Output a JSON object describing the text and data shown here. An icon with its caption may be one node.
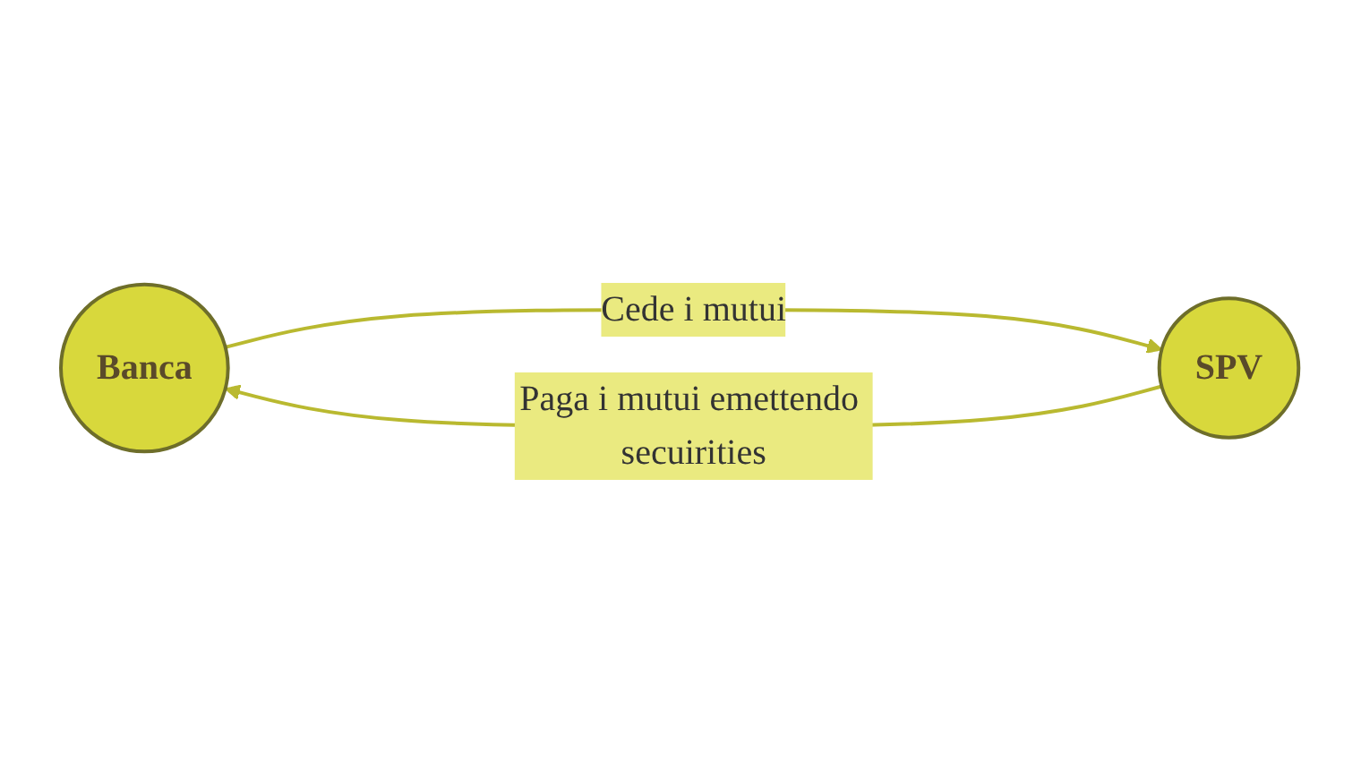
{
  "diagram": {
    "nodes": [
      {
        "text": [
          "Banca"
        ]
      },
      {
        "text": [
          "SPV"
        ]
      }
    ],
    "edges": [
      {
        "from": 0,
        "to": 1,
        "arrow": "to",
        "label": "Cede i mutui"
      },
      {
        "from": 1,
        "to": 0,
        "arrow": "to",
        "label": "Paga i mutui emettendo secuirities"
      }
    ]
  }
}
